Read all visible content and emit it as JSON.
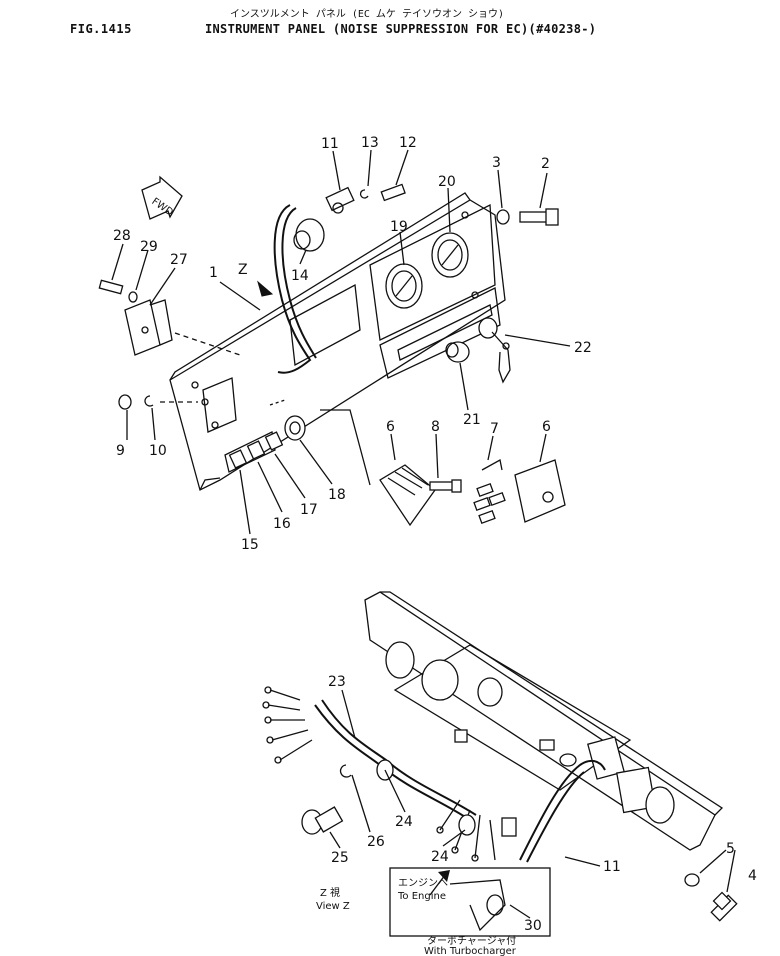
{
  "header": {
    "fig_label": "FIG.1415",
    "title": "INSTRUMENT PANEL (NOISE SUPPRESSION FOR EC)(#40238-)",
    "title_jp": "インスツルメント パネル (EC ムケ テイソウオン ショウ)"
  },
  "arrow_label": "FWD",
  "view_marker": "Z",
  "callouts": [
    "1",
    "2",
    "3",
    "4",
    "5",
    "6",
    "6",
    "7",
    "8",
    "9",
    "10",
    "11",
    "11",
    "12",
    "13",
    "14",
    "15",
    "16",
    "17",
    "18",
    "19",
    "20",
    "21",
    "22",
    "23",
    "24",
    "24",
    "25",
    "26",
    "27",
    "28",
    "29",
    "30"
  ],
  "view_label": {
    "jp": "Z 視",
    "en": "View Z"
  },
  "inset": {
    "to_engine_jp": "エンジンへ",
    "to_engine_en": "To Engine",
    "turbo_jp": "ターボチャージャ付",
    "turbo_en": "With Turbocharger"
  }
}
